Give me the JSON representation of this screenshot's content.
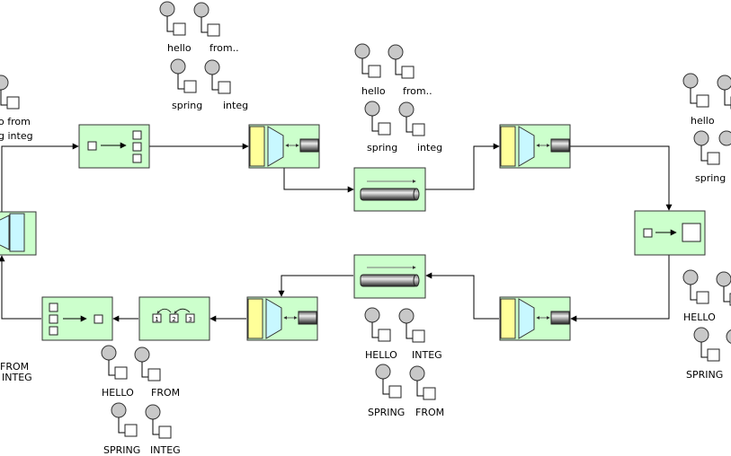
{
  "colors": {
    "component_fill": "#ccffcc",
    "adapter_yellow": "#ffff99",
    "adapter_blue": "#c8f8ff",
    "token_grey": "#c8c8c8",
    "line": "#000000"
  },
  "icons": {
    "splitter": "splitter-icon",
    "aggregator": "aggregator-icon",
    "resequencer": "resequencer-icon",
    "channel": "channel-pipe-icon",
    "gateway": "gateway-adapter-icon",
    "transformer": "transformer-icon",
    "message": "message-token-icon"
  },
  "messages": {
    "top_left_a": [
      "hello",
      "from.."
    ],
    "top_left_b": [
      "spring",
      "integ"
    ],
    "top_mid_a": [
      "hello",
      "from.."
    ],
    "top_mid_b": [
      "spring",
      "integ"
    ],
    "right_top_a": [
      "hello"
    ],
    "right_top_b": [
      "spring"
    ],
    "right_bottom_a": [
      "HELLO"
    ],
    "right_bottom_b": [
      "SPRING"
    ],
    "bottom_mid_a": [
      "HELLO",
      "INTEG"
    ],
    "bottom_mid_b": [
      "SPRING",
      "FROM"
    ],
    "bottom_left_a": [
      "HELLO",
      "FROM"
    ],
    "bottom_left_b": [
      "SPRING",
      "INTEG"
    ]
  },
  "captions": {
    "input_line1": "o from",
    "input_line2": "g integ",
    "output_line1": "FROM",
    "output_line2": "INTEG"
  },
  "resequencer_digits": [
    "1",
    "2",
    "3"
  ]
}
